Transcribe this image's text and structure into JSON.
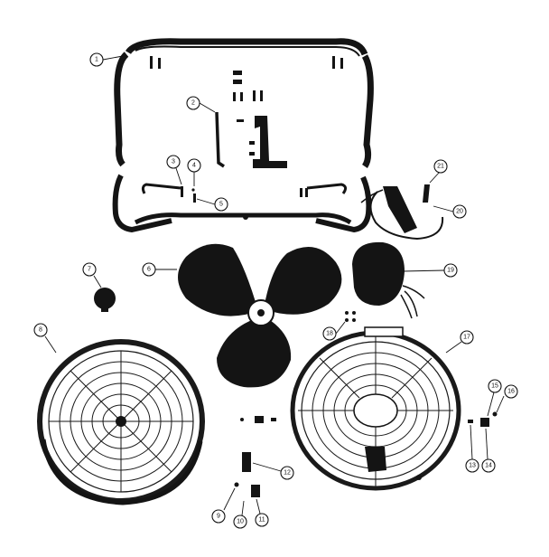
{
  "diagram": {
    "callouts": [
      "1",
      "2",
      "3",
      "4",
      "5",
      "6",
      "7",
      "8",
      "9",
      "10",
      "11",
      "12",
      "13",
      "14",
      "15",
      "16",
      "17",
      "18",
      "19",
      "20",
      "21"
    ],
    "colors": {
      "ink": "#141414",
      "paper": "#ffffff"
    },
    "parts": [
      "frame",
      "mounting-bracket",
      "fan-blade",
      "motor",
      "front-guard",
      "rear-guard",
      "power-cord",
      "knob",
      "switch",
      "hardware"
    ]
  }
}
